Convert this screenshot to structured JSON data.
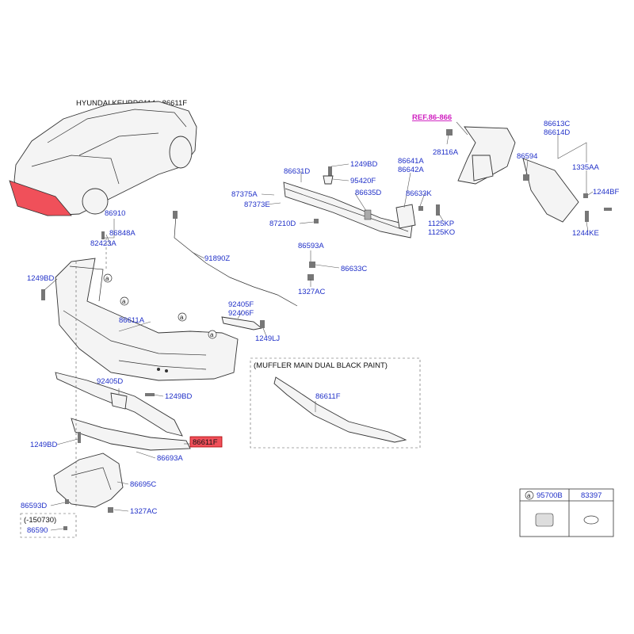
{
  "title": "HYUNDAI KEURPC114 - 86611F",
  "ref_label": "REF.86-866",
  "muffler_box_title": "(MUFFLER MAIN DUAL BLACK PAINT)",
  "highlighted_part": "86611F",
  "circle_marker": "a",
  "date_note": "(-150730)",
  "legend": {
    "marker": "a",
    "col1": "95700B",
    "col2": "83397"
  },
  "labels": {
    "p86910": "86910",
    "p86848A": "86848A",
    "p82423A": "82423A",
    "p1249BD_a": "1249BD",
    "p86611A": "86611A",
    "p92405D": "92405D",
    "p1249BD_b": "1249BD",
    "p1249BD_c": "1249BD",
    "p86693A": "86693A",
    "p86695C": "86695C",
    "p86593D_a": "86593D",
    "p1327AC_a": "1327AC",
    "p86590": "86590",
    "p91890Z": "91890Z",
    "p92405F": "92405F",
    "p92406F": "92406F",
    "p1249LJ": "1249LJ",
    "p86631D": "86631D",
    "p1249BD_d": "1249BD",
    "p95420F": "95420F",
    "p87375A": "87375A",
    "p86635D": "86635D",
    "p87373E": "87373E",
    "p87210D": "87210D",
    "p86593A": "86593A",
    "p86633C": "86633C",
    "p1327AC_b": "1327AC",
    "p86641A": "86641A",
    "p86642A": "86642A",
    "p86633K": "86633K",
    "p1125KP": "1125KP",
    "p1125KO": "1125KO",
    "p28116A": "28116A",
    "p86613C": "86613C",
    "p86614D": "86614D",
    "p86594": "86594",
    "p1335AA": "1335AA",
    "p1244BF": "1244BF",
    "p1244KE": "1244KE",
    "p86611F_box": "86611F"
  },
  "colors": {
    "label": "#2030c8",
    "ref": "#d020c0",
    "highlight_fill": "#f0505a"
  }
}
